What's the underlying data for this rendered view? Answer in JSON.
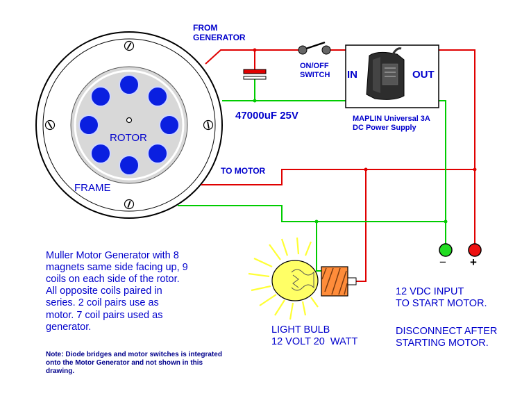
{
  "labels": {
    "from_generator": "FROM\nGENERATOR",
    "onoff_switch": "ON/OFF\nSWITCH",
    "capacitor": "47000uF 25V",
    "supply_in": "IN",
    "supply_out": "OUT",
    "supply_caption": "MAPLIN Universal 3A\nDC Power Supply",
    "rotor": "ROTOR",
    "frame": "FRAME",
    "to_motor": "TO MOTOR",
    "minus": "−",
    "plus": "+",
    "light_bulb": "LIGHT BULB\n12 VOLT 20  WATT",
    "input_note": "12 VDC INPUT\nTO START MOTOR.",
    "disconnect_note": "DISCONNECT AFTER\nSTARTING MOTOR."
  },
  "description": {
    "main": "Muller Motor Generator with 8\nmagnets same side facing up, 9\ncoils on each side of the rotor.\nAll opposite coils paired in\nseries. 2 coil pairs use as\nmotor. 7 coil pairs used as\ngenerator.",
    "note": "Note: Diode bridges and motor switches is integrated\nonto the Motor Generator and not shown in this\ndrawing."
  },
  "colors": {
    "positive_wire": "#e00000",
    "negative_wire": "#00cc00",
    "magnet": "#0a1fe0",
    "label_text": "#0000cc",
    "bulb_glass": "#ffff66",
    "bulb_base": "#ff8c3a",
    "glow_rays": "#ffff33"
  },
  "components": {
    "magnet_count": 8,
    "frame_bolt_count": 4
  }
}
